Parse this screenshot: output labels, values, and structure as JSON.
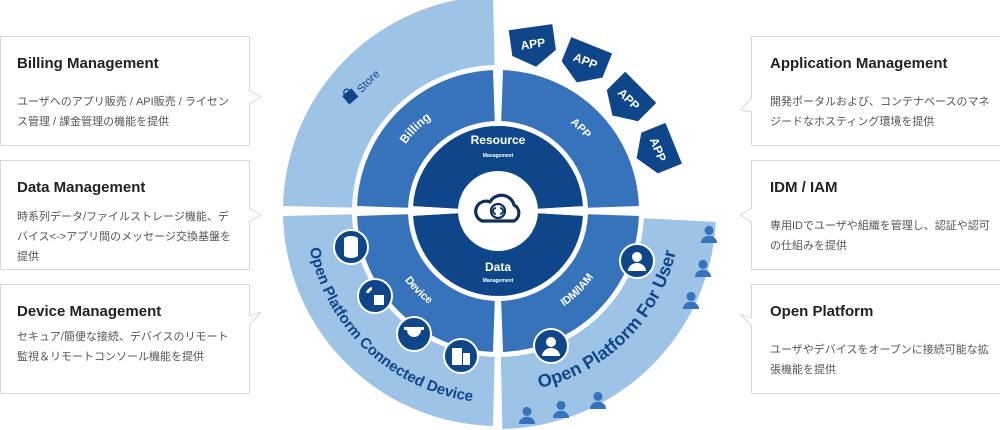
{
  "left_cards": [
    {
      "title": "Billing Management",
      "desc": "ユーザへのアプリ販売 / API販売 / ライセンス管理 / 課金管理の機能を提供"
    },
    {
      "title": "Data Management",
      "desc": "時系列データ/ファイルストレージ機能、デバイス<->アプリ間のメッセージ交換基盤を提供"
    },
    {
      "title": "Device Management",
      "desc": "セキュア/簡便な接続、デバイスのリモート監視＆リモートコンソール機能を提供"
    }
  ],
  "right_cards": [
    {
      "title": "Application Management",
      "desc": "開発ポータルおよび、コンテナベースのマネジードなホスティング環境を提供"
    },
    {
      "title": "IDM / IAM",
      "desc": "専用IDでユーザや組織を管理し、認証や認可の仕組みを提供"
    },
    {
      "title": "Open Platform",
      "desc": "ユーザやデバイスをオープンに接続可能な拡張機能を提供"
    }
  ],
  "diagram": {
    "center_icon": "cloud-link-icon",
    "core": {
      "top_title": "Resource",
      "top_sub": "Management",
      "bottom_title": "Data",
      "bottom_sub": "Management"
    },
    "middle": {
      "top_left": "Billing",
      "top_right": "APP",
      "bottom_left": "Device",
      "bottom_right": "IDM/IAM"
    },
    "outer": {
      "top_left": "Store",
      "bottom_left": "Open Platform Connected Device",
      "bottom_right": "Open Platform For User"
    },
    "app_tags": [
      "APP",
      "APP",
      "APP",
      "APP"
    ],
    "device_icons": [
      "smart-speaker-icon",
      "wireless-device-icon",
      "security-camera-icon",
      "mobile-devices-icon"
    ],
    "user_icons_count": 6,
    "colors": {
      "navy": "#0f468a",
      "mid": "#3673ba",
      "light": "#9dc3e6",
      "dark_text": "#0f468a"
    }
  }
}
